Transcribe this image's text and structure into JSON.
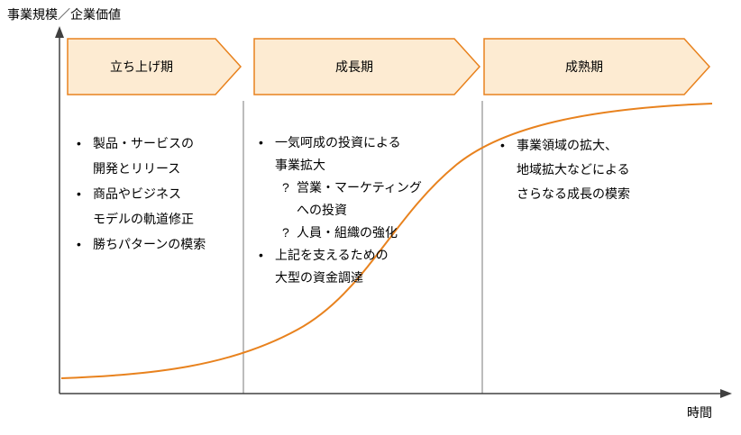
{
  "axes": {
    "y_label": "事業規模／企業価値",
    "x_label": "時間"
  },
  "colors": {
    "accent_orange": "#E8821E",
    "banner_fill": "#FDEBD2",
    "divider_gray": "#A6A6A6",
    "axis_color": "#404040"
  },
  "phases": [
    {
      "label": "立ち上げ期",
      "lines": [
        {
          "marker": "•",
          "indent": 0,
          "text": "製品・サービスの"
        },
        {
          "marker": "",
          "indent": 0,
          "text": "開発とリリース"
        },
        {
          "marker": "•",
          "indent": 0,
          "text": "商品やビジネス"
        },
        {
          "marker": "",
          "indent": 0,
          "text": "モデルの軌道修正"
        },
        {
          "marker": "•",
          "indent": 0,
          "text": "勝ちパターンの模索"
        }
      ]
    },
    {
      "label": "成長期",
      "lines": [
        {
          "marker": "•",
          "indent": 0,
          "text": "一気呵成の投資による"
        },
        {
          "marker": "",
          "indent": 0,
          "text": "事業拡大"
        },
        {
          "marker": "?",
          "indent": 1,
          "text": "営業・マーケティング"
        },
        {
          "marker": "",
          "indent": 1,
          "text": "への投資"
        },
        {
          "marker": "?",
          "indent": 1,
          "text": "人員・組織の強化"
        },
        {
          "marker": "•",
          "indent": 0,
          "text": "上記を支えるための"
        },
        {
          "marker": "",
          "indent": 0,
          "text": "大型の資金調達"
        }
      ]
    },
    {
      "label": "成熟期",
      "lines": [
        {
          "marker": "•",
          "indent": 0,
          "text": "事業領域の拡大、"
        },
        {
          "marker": "",
          "indent": 0,
          "text": "地域拡大などによる"
        },
        {
          "marker": "",
          "indent": 0,
          "text": "さらなる成長の模索"
        }
      ]
    }
  ]
}
